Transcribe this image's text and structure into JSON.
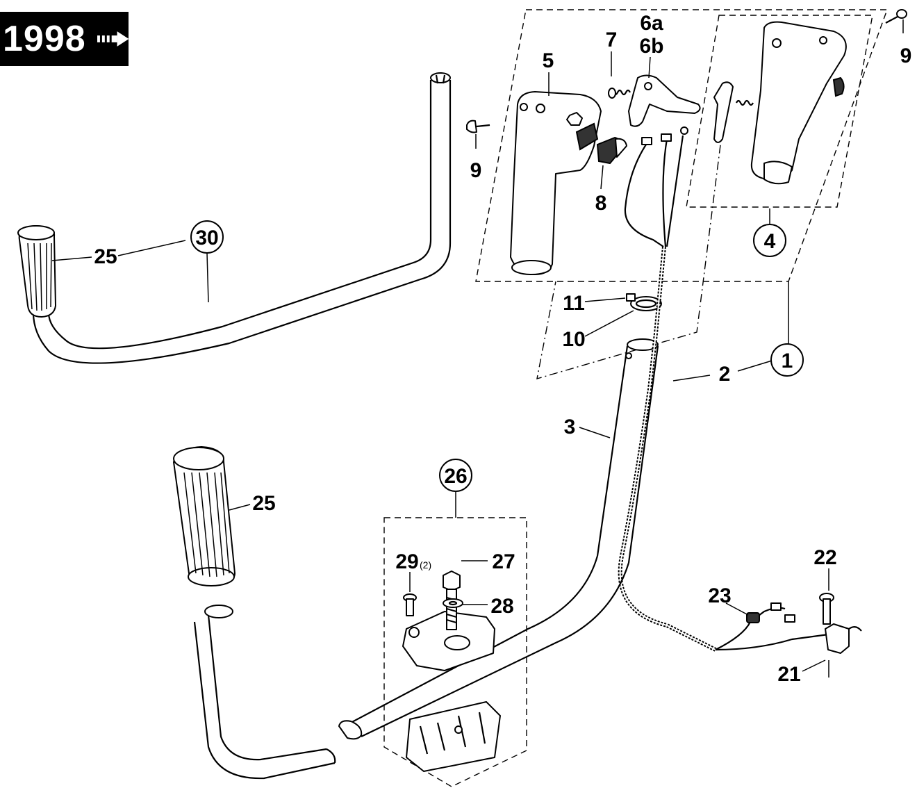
{
  "badge": {
    "year": "1998"
  },
  "labels": {
    "l1": "1",
    "l2": "2",
    "l3": "3",
    "l4": "4",
    "l5": "5",
    "l6a": "6a",
    "l6b": "6b",
    "l7": "7",
    "l8": "8",
    "l9a": "9",
    "l9b": "9",
    "l10": "10",
    "l11": "11",
    "l21": "21",
    "l22": "22",
    "l23": "23",
    "l25a": "25",
    "l25b": "25",
    "l26": "26",
    "l27": "27",
    "l28": "28",
    "l29": "29",
    "l29sub": "(2)",
    "l30": "30"
  },
  "icons": {
    "badge_arrow": "arrow-right-icon"
  }
}
